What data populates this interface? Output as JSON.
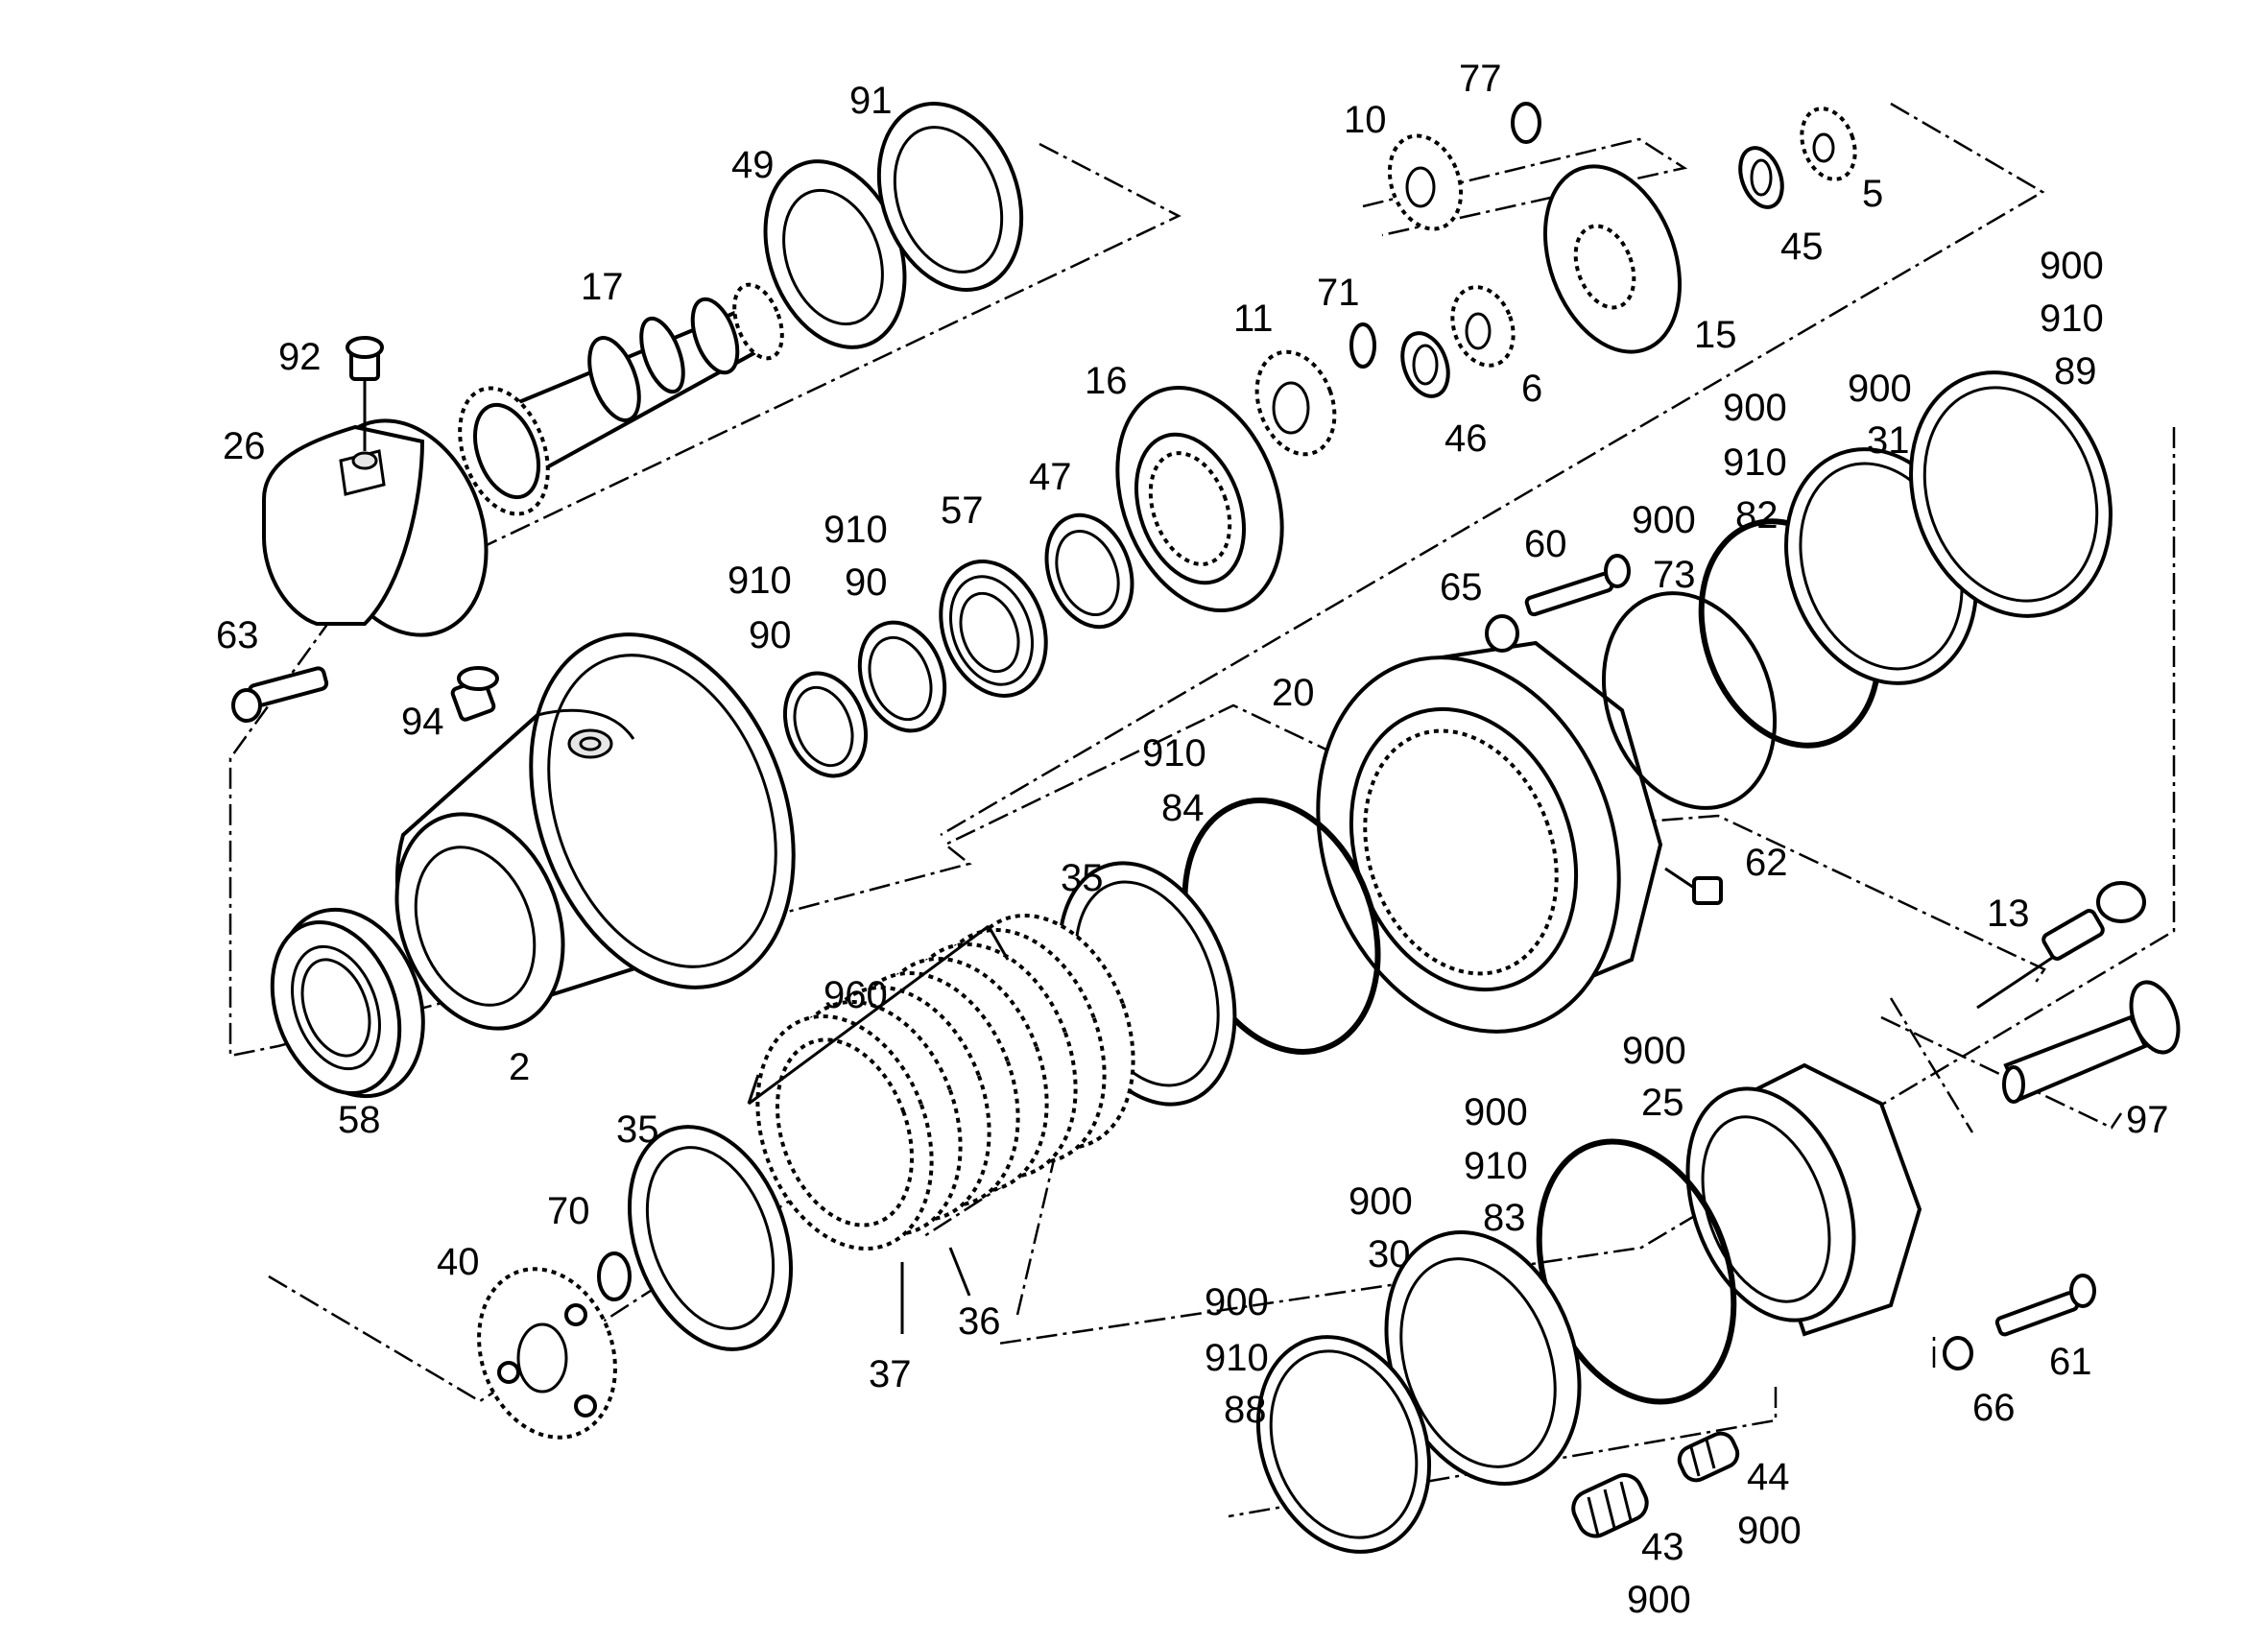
{
  "diagram": {
    "type": "exploded-parts-drawing",
    "labels": [
      {
        "id": "l91",
        "text": "91"
      },
      {
        "id": "l49",
        "text": "49"
      },
      {
        "id": "l17",
        "text": "17"
      },
      {
        "id": "l92",
        "text": "92"
      },
      {
        "id": "l26",
        "text": "26"
      },
      {
        "id": "l63",
        "text": "63"
      },
      {
        "id": "l94",
        "text": "94"
      },
      {
        "id": "l2",
        "text": "2"
      },
      {
        "id": "l58",
        "text": "58"
      },
      {
        "id": "l77",
        "text": "77"
      },
      {
        "id": "l10",
        "text": "10"
      },
      {
        "id": "l5",
        "text": "5"
      },
      {
        "id": "l45",
        "text": "45"
      },
      {
        "id": "l15",
        "text": "15"
      },
      {
        "id": "l11",
        "text": "11"
      },
      {
        "id": "l71",
        "text": "71"
      },
      {
        "id": "l16",
        "text": "16"
      },
      {
        "id": "l6",
        "text": "6"
      },
      {
        "id": "l46",
        "text": "46"
      },
      {
        "id": "l47",
        "text": "47"
      },
      {
        "id": "l57",
        "text": "57"
      },
      {
        "id": "l910a",
        "text": "910"
      },
      {
        "id": "l90a",
        "text": "90"
      },
      {
        "id": "l910b",
        "text": "910"
      },
      {
        "id": "l90b",
        "text": "90"
      },
      {
        "id": "l900a",
        "text": "900"
      },
      {
        "id": "l910c",
        "text": "910"
      },
      {
        "id": "l89",
        "text": "89"
      },
      {
        "id": "l900b",
        "text": "900"
      },
      {
        "id": "l910d",
        "text": "910"
      },
      {
        "id": "l82",
        "text": "82"
      },
      {
        "id": "l900c",
        "text": "900"
      },
      {
        "id": "l31",
        "text": "31"
      },
      {
        "id": "l900d",
        "text": "900"
      },
      {
        "id": "l73",
        "text": "73"
      },
      {
        "id": "l60",
        "text": "60"
      },
      {
        "id": "l65",
        "text": "65"
      },
      {
        "id": "l20",
        "text": "20"
      },
      {
        "id": "l910e",
        "text": "910"
      },
      {
        "id": "l84",
        "text": "84"
      },
      {
        "id": "l62",
        "text": "62"
      },
      {
        "id": "l35a",
        "text": "35"
      },
      {
        "id": "l13",
        "text": "13"
      },
      {
        "id": "l960",
        "text": "960"
      },
      {
        "id": "l97",
        "text": "97"
      },
      {
        "id": "l900e",
        "text": "900"
      },
      {
        "id": "l25",
        "text": "25"
      },
      {
        "id": "l35b",
        "text": "35"
      },
      {
        "id": "l70",
        "text": "70"
      },
      {
        "id": "l40",
        "text": "40"
      },
      {
        "id": "l36",
        "text": "36"
      },
      {
        "id": "l37",
        "text": "37"
      },
      {
        "id": "l900f",
        "text": "900"
      },
      {
        "id": "l910f",
        "text": "910"
      },
      {
        "id": "l83",
        "text": "83"
      },
      {
        "id": "l900g",
        "text": "900"
      },
      {
        "id": "l30",
        "text": "30"
      },
      {
        "id": "l900h",
        "text": "900"
      },
      {
        "id": "l910g",
        "text": "910"
      },
      {
        "id": "l88",
        "text": "88"
      },
      {
        "id": "l44",
        "text": "44"
      },
      {
        "id": "l900i",
        "text": "900"
      },
      {
        "id": "l43",
        "text": "43"
      },
      {
        "id": "l900j",
        "text": "900"
      },
      {
        "id": "l61",
        "text": "61"
      },
      {
        "id": "l66",
        "text": "66"
      }
    ]
  }
}
